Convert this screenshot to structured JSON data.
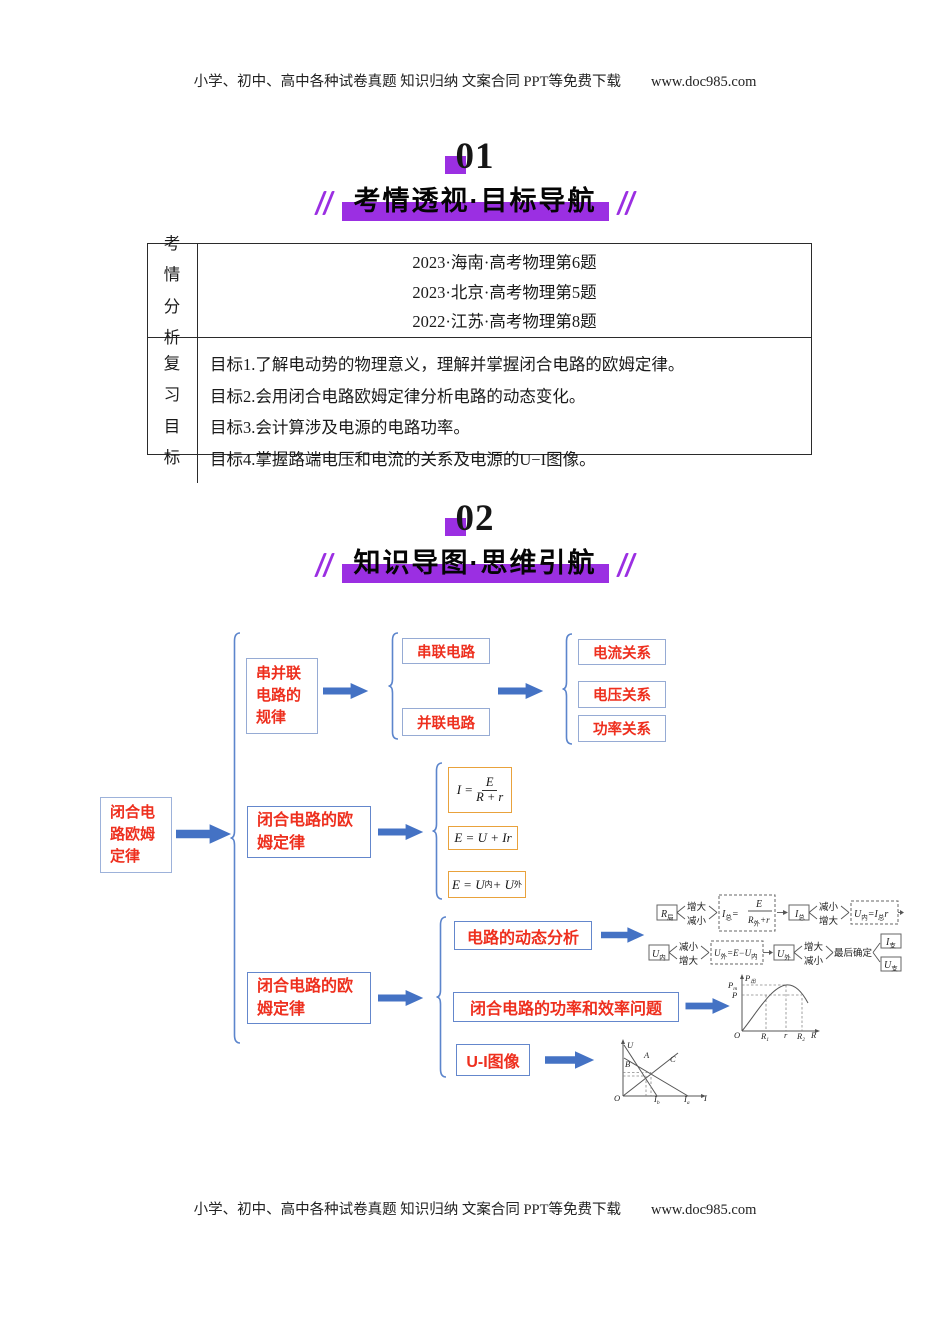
{
  "page": {
    "header": "小学、初中、高中各种试卷真题  知识归纳  文案合同  PPT等免费下载",
    "header_site": "www.doc985.com",
    "footer": "小学、初中、高中各种试卷真题  知识归纳  文案合同  PPT等免费下载",
    "footer_site": "www.doc985.com"
  },
  "colors": {
    "accent_purple": "#9B2FE2",
    "label_red": "#EE2F1E",
    "arrow_blue": "#4472C4",
    "formula_orange": "#E9A23C"
  },
  "section1": {
    "number": "01",
    "title": "考情透视·目标导航"
  },
  "exam_table": {
    "row1_label": "考情分析",
    "row1_lines": [
      "2023·海南·高考物理第6题",
      "2023·北京·高考物理第5题",
      "2022·江苏·高考物理第8题"
    ],
    "row2_label": "复习目标",
    "row2_lines": [
      "目标1.了解电动势的物理意义，理解并掌握闭合电路的欧姆定律。",
      "目标2.会用闭合电路欧姆定律分析电路的动态变化。",
      "目标3.会计算涉及电源的电路功率。",
      "目标4.掌握路端电压和电流的关系及电源的U−I图像。"
    ]
  },
  "section2": {
    "number": "02",
    "title": "知识导图·思维引航"
  },
  "mindmap": {
    "root": "闭合电路欧姆定律",
    "branch1": "串并联电路的规律",
    "b1_children": [
      "串联电路",
      "并联电路"
    ],
    "b1_leaves": [
      "电流关系",
      "电压关系",
      "功率关系"
    ],
    "branch2": "闭合电路的欧姆定律",
    "f1": {
      "lhs": "I =",
      "num": "E",
      "den": "R + r"
    },
    "f2": "E = U + Ir",
    "f3": {
      "a": "E = U",
      "a_sub": "内",
      "b": " + U",
      "b_sub": "外"
    },
    "branch3": "闭合电路的欧姆定律",
    "b3_children": [
      "电路的动态分析",
      "闭合电路的功率和效率问题",
      "U-I图像"
    ]
  },
  "flow1": {
    "n1": "R",
    "n1_sub": "局",
    "up": "增大",
    "down": "减小",
    "eq1_lhs": "I",
    "eq1_lhs_sub": "总",
    "eq1_eq": "=",
    "eq1_num": "E",
    "eq1_den_a": "R",
    "eq1_den_sub": "外",
    "eq1_den_b": "+r",
    "n2": "I",
    "n2_sub": "总",
    "down2": "减小",
    "up2": "增大",
    "eq2_a": "U",
    "eq2_a_sub": "内",
    "eq2_b": "=I",
    "eq2_b_sub": "总",
    "eq2_c": "r"
  },
  "flow2": {
    "n1": "U",
    "n1_sub": "内",
    "down": "减小",
    "up": "增大",
    "eq1_a": "U",
    "eq1_a_sub": "外",
    "eq1_b": "=E−U",
    "eq1_b_sub": "内",
    "n2": "U",
    "n2_sub": "外",
    "up2": "增大",
    "down2": "减小",
    "final": "最后确定",
    "out1": "I",
    "out1_sub": "支",
    "out2": "U",
    "out2_sub": "支"
  },
  "pgraph": {
    "y_axis": "P",
    "y_axis_sub": "出",
    "pm": "P",
    "pm_sub": "m",
    "p": "P",
    "origin": "O",
    "r1": "R",
    "r1_sub": "1",
    "r": "r",
    "r2": "R",
    "r2_sub": "2",
    "x_axis": "R"
  },
  "uigraph": {
    "y_axis": "U",
    "x_axis": "I",
    "origin": "O",
    "line_a": "A",
    "line_b": "B",
    "line_c": "C",
    "ib": "I",
    "ib_sub": "b",
    "ia": "I",
    "ia_sub": "a"
  }
}
